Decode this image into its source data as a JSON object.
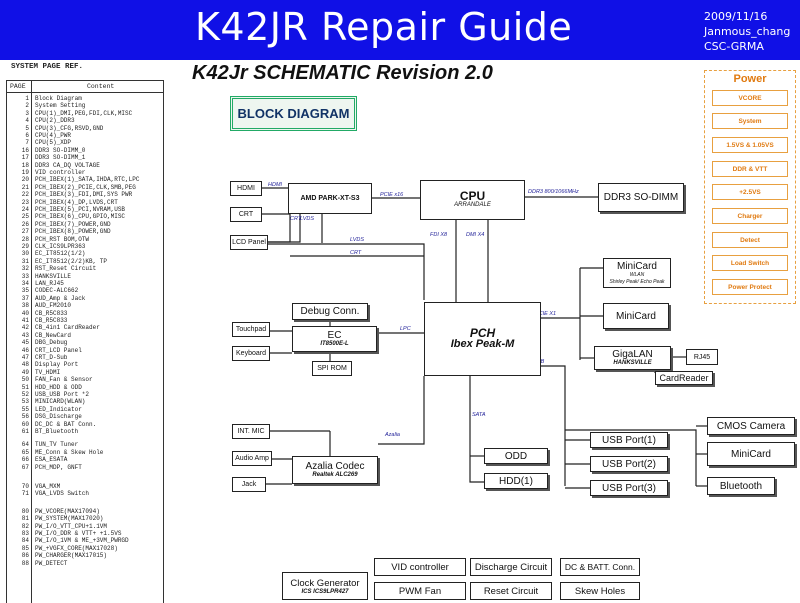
{
  "banner": {
    "title": "K42JR Repair Guide",
    "date": "2009/11/16",
    "author": "Janmous_chang",
    "dept": "CSC-GRMA"
  },
  "reference": {
    "title": "SYSTEM PAGE REF.",
    "col_page": "PAGE",
    "col_content": "Content",
    "rows": [
      {
        "p": "1",
        "c": "Block Diagram"
      },
      {
        "p": "2",
        "c": "System Setting"
      },
      {
        "p": "3",
        "c": "CPU(1)_DMI,PEG,FDI,CLK,MISC"
      },
      {
        "p": "4",
        "c": "CPU(2)_DDR3"
      },
      {
        "p": "5",
        "c": "CPU(3)_CFG,RSVD,GND"
      },
      {
        "p": "6",
        "c": "CPU(4)_PWR"
      },
      {
        "p": "7",
        "c": "CPU(5)_XDP"
      },
      {
        "p": "16",
        "c": "DDR3 SO-DIMM_0"
      },
      {
        "p": "17",
        "c": "DDR3 SO-DIMM_1"
      },
      {
        "p": "18",
        "c": "DDR3 CA_DQ VOLTAGE"
      },
      {
        "p": "19",
        "c": "VID controller"
      },
      {
        "p": "20",
        "c": "PCH_IBEX(1)_SATA,IHDA,RTC,LPC"
      },
      {
        "p": "21",
        "c": "PCH_IBEX(2)_PCIE,CLK,SMB,PEG"
      },
      {
        "p": "22",
        "c": "PCH_IBEX(3)_FDI,DMI,SYS PWR"
      },
      {
        "p": "23",
        "c": "PCH_IBEX(4)_DP,LVDS,CRT"
      },
      {
        "p": "24",
        "c": "PCH_IBEX(5)_PCI,NVRAM,USB"
      },
      {
        "p": "25",
        "c": "PCH_IBEX(6)_CPU,GPIO,MISC"
      },
      {
        "p": "26",
        "c": "PCH_IBEX(7)_POWER,GND"
      },
      {
        "p": "27",
        "c": "PCH_IBEX(8)_POWER,GND"
      },
      {
        "p": "28",
        "c": "PCH_RST BOM,OTW"
      },
      {
        "p": "29",
        "c": "CLK_ICS9LPR363"
      },
      {
        "p": "30",
        "c": "EC_IT8512(1/2)"
      },
      {
        "p": "31",
        "c": "EC_IT8512(2/2)KB, TP"
      },
      {
        "p": "32",
        "c": "RST_Reset Circuit"
      },
      {
        "p": "33",
        "c": "HANKSVILLE"
      },
      {
        "p": "34",
        "c": "LAN_RJ45"
      },
      {
        "p": "35",
        "c": "CODEC-ALC662"
      },
      {
        "p": "37",
        "c": "AUD_Amp & Jack"
      },
      {
        "p": "38",
        "c": "AUD_FM2010"
      },
      {
        "p": "40",
        "c": "CB_R5C833"
      },
      {
        "p": "41",
        "c": "CB_R5C833"
      },
      {
        "p": "42",
        "c": "CB_4in1 CardReader"
      },
      {
        "p": "43",
        "c": "CB_NewCard"
      },
      {
        "p": "45",
        "c": "DBG_Debug"
      },
      {
        "p": "46",
        "c": "CRT_LCD Panel"
      },
      {
        "p": "47",
        "c": "CRT_D-Sub"
      },
      {
        "p": "48",
        "c": "Display Port"
      },
      {
        "p": "49",
        "c": "TV_HDMI"
      },
      {
        "p": "50",
        "c": "FAN_Fan & Sensor"
      },
      {
        "p": "51",
        "c": "HDD_HDD & ODD"
      },
      {
        "p": "52",
        "c": "USB_USB Port *2"
      },
      {
        "p": "53",
        "c": "MINICARD(WLAN)"
      },
      {
        "p": "55",
        "c": "LED_Indicator"
      },
      {
        "p": "56",
        "c": "DSG_Discharge"
      },
      {
        "p": "60",
        "c": "DC_DC & BAT Conn."
      },
      {
        "p": "61",
        "c": "BT_Bluetooth"
      },
      {
        "p": "64",
        "c": "TUN_TV Tuner"
      },
      {
        "p": "65",
        "c": "ME_Conn & Skew Hole"
      },
      {
        "p": "66",
        "c": "ESA_ESATA"
      },
      {
        "p": "67",
        "c": "PCH_MDP, GNFT"
      },
      {
        "p": "70",
        "c": "VGA_MXM"
      },
      {
        "p": "71",
        "c": "VGA_LVDS Switch"
      },
      {
        "p": "80",
        "c": "PW_VCORE(MAX17094)"
      },
      {
        "p": "81",
        "c": "PW_SYSTEM(MAX17020)"
      },
      {
        "p": "82",
        "c": "PW_I/O_VTT_CPU+1.1VM"
      },
      {
        "p": "83",
        "c": "PW_I/O_DDR & VTT+ +1.5VS"
      },
      {
        "p": "84",
        "c": "PW_I/O_1VM & ME_+3VM_PWRGD"
      },
      {
        "p": "85",
        "c": "PW_+VGFX_CORE(MAX17028)"
      },
      {
        "p": "86",
        "c": "PW_CHARGER(MAX17015)"
      },
      {
        "p": "88",
        "c": "PW_DETECT"
      }
    ]
  },
  "schematic": {
    "title": "K42Jr SCHEMATIC Revision 2.0",
    "block_diagram_label": "BLOCK DIAGRAM",
    "hdmi": "HDMI",
    "crt": "CRT",
    "lcd_panel": "LCD Panel",
    "amd_gpu": "AMD PARK-XT-S3",
    "cpu": {
      "title": "CPU",
      "sub": "ARRANDALE"
    },
    "ddr3": "DDR3 SO-DIMM",
    "minicard_wlan": {
      "title": "MiniCard",
      "wlan": "WLAN",
      "sub": "Shirley Peak/ Echo Peak"
    },
    "minicard2": "MiniCard",
    "gigalan": {
      "title": "GigaLAN",
      "sub": "HANKSVILLE"
    },
    "rj45": "RJ45",
    "cardreader": "CardReader",
    "debug_conn": "Debug Conn.",
    "ec": {
      "title": "EC",
      "sub": "IT8500E-L"
    },
    "touchpad": "Touchpad",
    "keyboard": "Keyboard",
    "spi_rom": "SPI ROM",
    "pch": {
      "title": "PCH",
      "sub": "Ibex Peak-M"
    },
    "int_mic": "INT. MIC",
    "audio_amp": "Audio Amp",
    "jack": "Jack",
    "azalia": {
      "title": "Azalia Codec",
      "sub": "Realtek ALC269"
    },
    "odd": "ODD",
    "hdd": "HDD(1)",
    "usb1": "USB Port(1)",
    "usb2": "USB Port(2)",
    "usb3": "USB Port(3)",
    "cmos": "CMOS Camera",
    "minicard3": "MiniCard",
    "bluetooth": "Bluetooth",
    "buses": {
      "pcie_x16": "PCIE x16",
      "ddr3_bus": "DDR3 800/1066MHz",
      "hdmi_bus": "HDMI",
      "crt_bus": "CRT",
      "lvds1": "LVDS",
      "lvds2": "LVDS",
      "crt2": "CRT",
      "fdi": "FDI X8",
      "dmi": "DMI X4",
      "lpc": "LPC",
      "pcie_x1": "PCIE X1",
      "usb": "USB",
      "sata": "SATA",
      "azalia": "Azalia"
    }
  },
  "power": {
    "title": "Power",
    "items": [
      "VCORE",
      "System",
      "1.5VS & 1.05VS",
      "DDR & VTT",
      "+2.5VS",
      "Charger",
      "Detect",
      "Load Switch",
      "Power Protect"
    ]
  },
  "bottom": {
    "clock": {
      "title": "Clock Generator",
      "sub": "ICS ICS9LPR427"
    },
    "vid": "VID controller",
    "discharge": "Discharge Circuit",
    "dcbatt": "DC & BATT. Conn.",
    "pwmfan": "PWM Fan",
    "reset": "Reset Circuit",
    "skew": "Skew Holes"
  }
}
